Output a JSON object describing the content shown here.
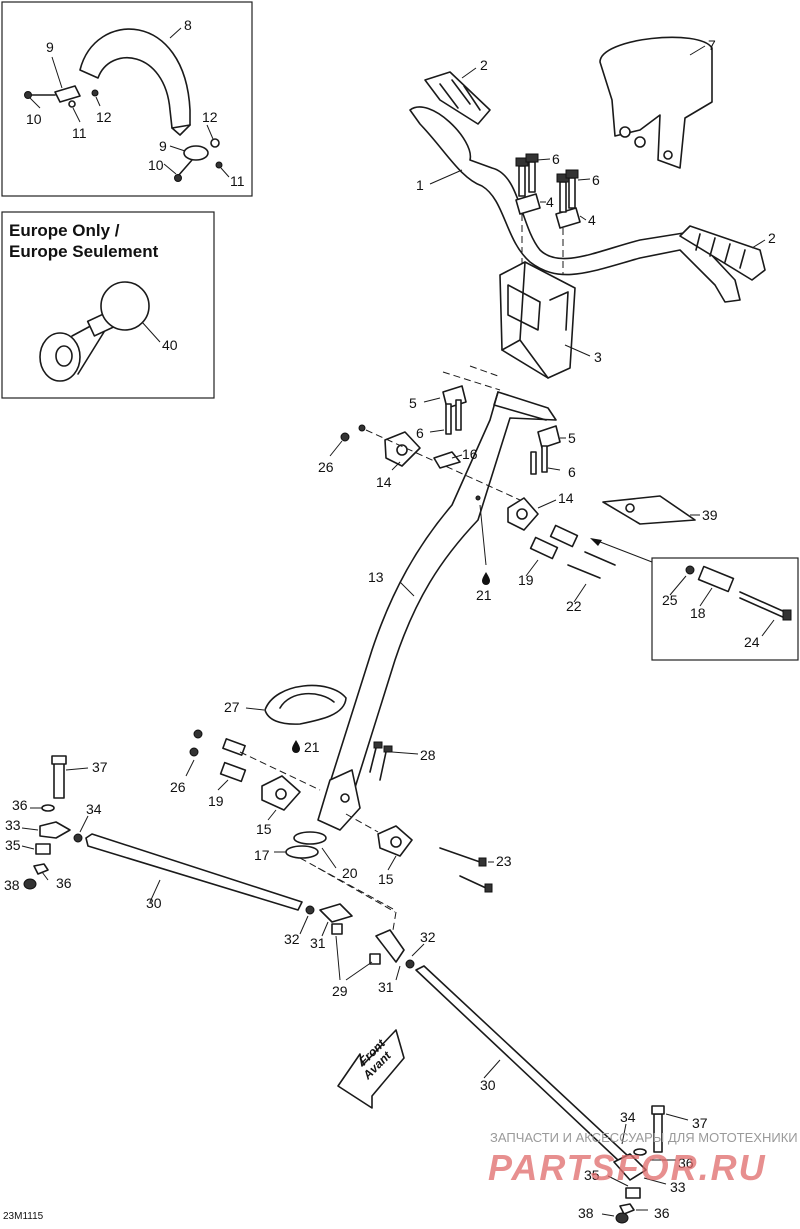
{
  "inset_europe": {
    "line1": "Europe Only /",
    "line2": "Europe Seulement"
  },
  "labels": {
    "p1": "1",
    "p2a": "2",
    "p2b": "2",
    "p3": "3",
    "p4a": "4",
    "p4b": "4",
    "p5a": "5",
    "p5b": "5",
    "p6a": "6",
    "p6b": "6",
    "p6c": "6",
    "p6d": "6",
    "p7": "7",
    "p8": "8",
    "p9a": "9",
    "p9b": "9",
    "p10a": "10",
    "p10b": "10",
    "p11a": "11",
    "p11b": "11",
    "p12a": "12",
    "p12b": "12",
    "p13": "13",
    "p14a": "14",
    "p14b": "14",
    "p15a": "15",
    "p15b": "15",
    "p16": "16",
    "p17": "17",
    "p18": "18",
    "p19a": "19",
    "p19b": "19",
    "p20": "20",
    "p21a": "21",
    "p21b": "21",
    "p22": "22",
    "p23": "23",
    "p24": "24",
    "p25": "25",
    "p26a": "26",
    "p26b": "26",
    "p27": "27",
    "p28": "28",
    "p29": "29",
    "p30a": "30",
    "p30b": "30",
    "p31a": "31",
    "p31b": "31",
    "p32a": "32",
    "p32b": "32",
    "p33a": "33",
    "p33b": "33",
    "p34a": "34",
    "p34b": "34",
    "p35a": "35",
    "p35b": "35",
    "p36a": "36",
    "p36b": "36",
    "p36c": "36",
    "p36d": "36",
    "p37a": "37",
    "p37b": "37",
    "p38a": "38",
    "p38b": "38",
    "p39": "39",
    "p40": "40"
  },
  "front_arrow": {
    "line1": "Front",
    "line2": "Avant"
  },
  "drawing_code": "23M1115",
  "watermark": {
    "tagline": "ЗАПЧАСТИ И АКСЕССУАРЫ ДЛЯ МОТОТЕХНИКИ",
    "brand": "PARTSFOR.RU"
  }
}
